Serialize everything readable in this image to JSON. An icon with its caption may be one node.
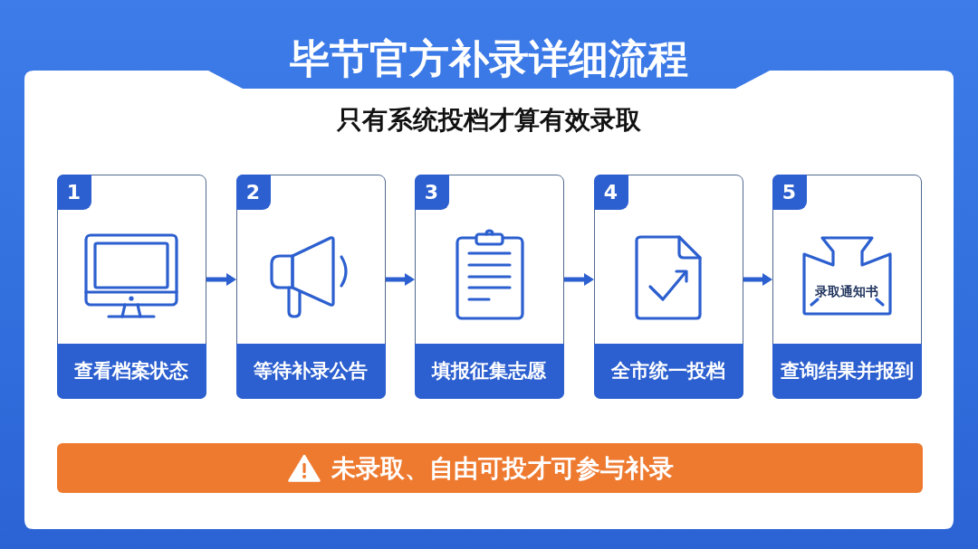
{
  "diagram": {
    "title": "毕节官方补录详细流程",
    "nodes": [
      {
        "text": [
          "1",
          "查看档案状态"
        ]
      },
      {
        "text": [
          "2",
          "等待补录公告"
        ]
      },
      {
        "text": [
          "3",
          "填报征集志愿"
        ]
      },
      {
        "text": [
          "4",
          "全市统一投档"
        ]
      },
      {
        "text": [
          "5",
          "查询结果并报到"
        ]
      },
      {
        "text": [
          "录取通知书"
        ],
        "in": 4
      },
      {
        "text": [
          "未录取、自由可投才可参与补录"
        ]
      }
    ],
    "edges": [
      {
        "from": 0,
        "to": 1,
        "arrow": "to"
      },
      {
        "from": 1,
        "to": 2,
        "arrow": "to"
      },
      {
        "from": 2,
        "to": 3,
        "arrow": "to"
      },
      {
        "from": 3,
        "to": 4,
        "arrow": "to"
      }
    ],
    "labels": [
      "只有系统投档才算有效录取"
    ]
  }
}
